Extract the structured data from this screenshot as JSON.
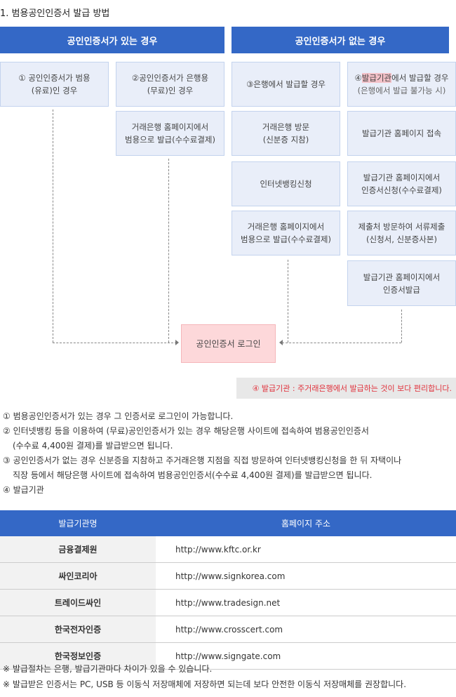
{
  "title": "1. 범용공인인증서 발급 방법",
  "headers": {
    "with_cert": "공인인증서가 있는 경우",
    "without_cert": "공인인증서가 없는 경우"
  },
  "col1": {
    "case": [
      "① 공인인증서가 범용",
      "(유료)인 경우"
    ]
  },
  "col2": {
    "case": [
      "②공인인증서가 은행용",
      "(무료)인 경우"
    ],
    "steps": [
      [
        "거래은행 홈페이지에서",
        "범용으로 발급(수수료결제)"
      ]
    ]
  },
  "col3": {
    "case": [
      "③은행에서 발급할 경우"
    ],
    "steps": [
      [
        "거래은행 방문",
        "(신분증 지참)"
      ],
      [
        "인터넷뱅킹신청"
      ],
      [
        "거래은행 홈페이지에서",
        "범용으로 발급(수수료결제)"
      ]
    ]
  },
  "col4": {
    "case_prefix": "④",
    "case_highlight": "발급기관",
    "case_rest": "에서 발급할 경우",
    "case_sub": "(은행에서 발급 불가능 시)",
    "steps": [
      [
        "발급기관 홈페이지 접속"
      ],
      [
        "발급기관 홈페이지에서",
        "인증서신청(수수료결제)"
      ],
      [
        "제출처 방문하여 서류제출",
        "(신청서, 신분증사본)"
      ],
      [
        "발급기관 홈페이지에서",
        "인증서발급"
      ]
    ]
  },
  "login": "공인인증서 로그인",
  "note": "④ 발급기관 : 주거래은행에서 발급하는 것이 보다 편리합니다.",
  "notes": [
    "① 범용공인인증서가 있는 경우 그 인증서로 로그인이 가능합니다.",
    "② 인터넷뱅킹 등을 이용하여 (무료)공인인증서가 있는 경우 해당은행 사이트에 접속하여 범용공인인증서",
    "(수수료 4,400원 결제)를 발급받으면 됩니다.",
    "③ 공인인증서가 없는 경우 신분증을 지참하고 주거래은행 지점을 직접 방문하여 인터넷뱅킹신청을 한 뒤 자택이나",
    "직장 등에서 해당은행 사이트에 접속하여 범용공인인증서(수수료 4,400원 결제)를 발급받으면 됩니다.",
    "④ 발급기관"
  ],
  "table": {
    "headers": [
      "발급기관명",
      "홈페이지 주소"
    ],
    "rows": [
      [
        "금융결제원",
        "http://www.kftc.or.kr"
      ],
      [
        "싸인코리아",
        "http://www.signkorea.com"
      ],
      [
        "트레이드싸인",
        "http://www.tradesign.net"
      ],
      [
        "한국전자인증",
        "http://www.crosscert.com"
      ],
      [
        "한국정보인증",
        "http://www.signgate.com"
      ]
    ]
  },
  "footer": [
    "※ 발급절차는 은행, 발급기관마다 차이가 있을 수 있습니다.",
    "※ 발급받은 인증서는 PC, USB 등 이동식 저장매체에 저장하면 되는데 보다 안전한 이동식 저장매체를 권장합니다."
  ]
}
